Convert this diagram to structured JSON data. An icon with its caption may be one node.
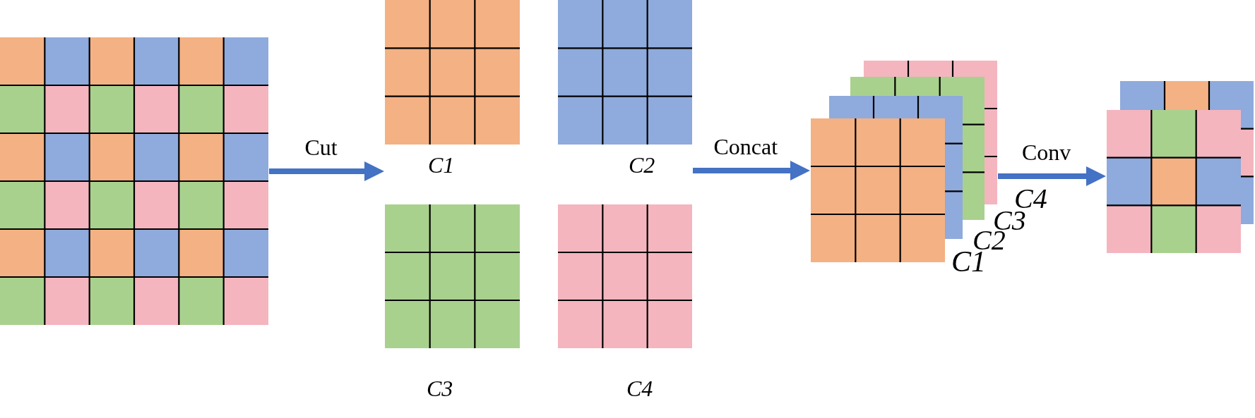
{
  "diagram": {
    "nodes": [
      {
        "text": [],
        "shape": "grid"
      },
      {
        "text": [
          "C1"
        ]
      },
      {
        "text": [
          "C2"
        ]
      },
      {
        "text": [
          "C3"
        ]
      },
      {
        "text": [
          "C4"
        ]
      },
      {
        "text": [],
        "shape": "grid"
      },
      {
        "text": [],
        "shape": "grid"
      },
      {
        "text": [],
        "shape": "grid"
      },
      {
        "text": [],
        "shape": "grid"
      },
      {
        "text": [],
        "shape": "grid"
      },
      {
        "text": [],
        "shape": "grid"
      }
    ],
    "edges": [
      {
        "from": 0,
        "to": 1,
        "arrow": "to",
        "label": "Cut"
      },
      {
        "from": 2,
        "to": 5,
        "arrow": "to",
        "label": "Concat"
      },
      {
        "from": 8,
        "to": 10,
        "arrow": "to",
        "label": "Conv"
      }
    ],
    "labels": [
      "C4",
      "C3",
      "C2",
      "C1"
    ]
  }
}
